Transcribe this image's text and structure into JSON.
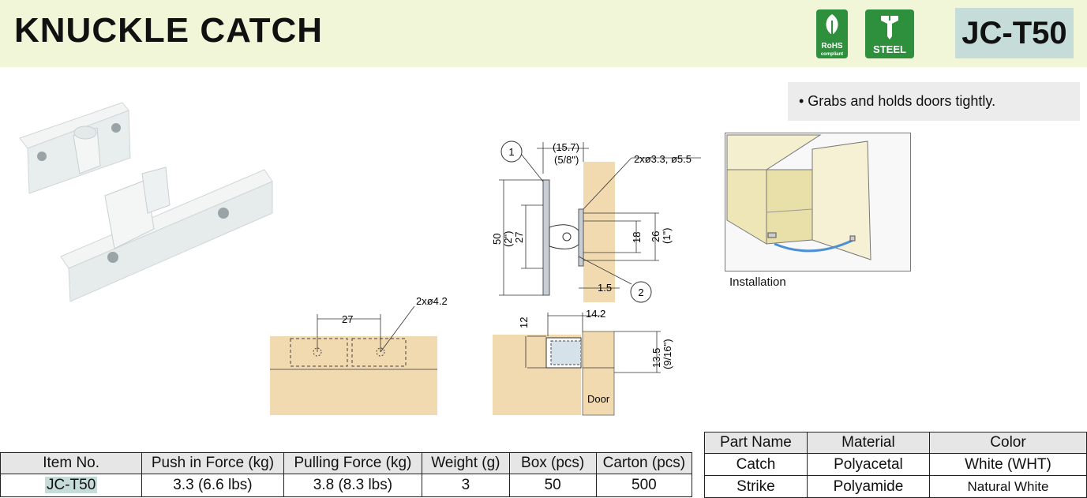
{
  "header": {
    "title": "KNUCKLE CATCH",
    "model": "JC-T50"
  },
  "badges": [
    {
      "icon": "leaf-icon",
      "label": "RoHS",
      "sublabel": "compliant"
    },
    {
      "icon": "screw-icon",
      "label": "STEEL"
    }
  ],
  "feature": "• Grabs and holds doors tightly.",
  "installation_label": "Installation",
  "drawing": {
    "callout_1": "1",
    "callout_2": "2",
    "dim_15_7": "(15.7)",
    "dim_5_8": "(5/8\")",
    "holes_a": "2xø3.3, ø5.5",
    "dim_50": "50",
    "dim_2in": "(2\")",
    "dim_27_v": "27",
    "dim_18": "18",
    "dim_26": "26",
    "dim_1in": "(1\")",
    "dim_1_5": "1.5",
    "holes_b": "2xø4.2",
    "dim_27_h": "27",
    "dim_14_2": "14.2",
    "dim_12": "12",
    "dim_13_5": "13.5",
    "dim_9_16": "(9/16\")",
    "door": "Door"
  },
  "spec_table": {
    "headers": [
      "Item No.",
      "Push in Force (kg)",
      "Pulling Force (kg)",
      "Weight (g)",
      "Box (pcs)",
      "Carton (pcs)"
    ],
    "row": [
      "JC-T50",
      "3.3 (6.6 lbs)",
      "3.8 (8.3 lbs)",
      "3",
      "50",
      "500"
    ]
  },
  "material_table": {
    "headers": [
      "Part Name",
      "Material",
      "Color"
    ],
    "rows": [
      [
        "Catch",
        "Polyacetal",
        "White (WHT)"
      ],
      [
        "Strike",
        "Polyamide",
        "Natural White"
      ]
    ]
  },
  "colors": {
    "header_bg": "#f1f6d9",
    "badge_green": "#2e8f3c",
    "model_bg": "#c5dcd8",
    "wood": "#f1d9b0"
  }
}
